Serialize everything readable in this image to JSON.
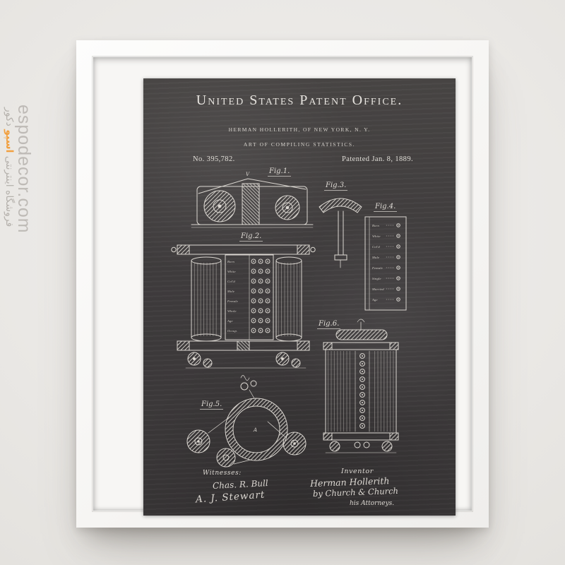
{
  "watermark": {
    "site": "espodecor.com",
    "fa_store": "فروشگاه اینترنتی",
    "fa_brand_1": "اسپو",
    "fa_brand_2": "دکور",
    "accent_color": "#f29d38"
  },
  "poster": {
    "office_title": "United States Patent Office.",
    "inventor_line": "HERMAN HOLLERITH, OF NEW YORK, N. Y.",
    "subject_line": "ART OF COMPILING STATISTICS.",
    "patent_no": "No. 395,782.",
    "patent_date": "Patented Jan. 8, 1889.",
    "colors": {
      "board": "#3e3b3c",
      "chalk": "#dbd7d1"
    },
    "figures": {
      "fig1": "Fig.1.",
      "fig2": "Fig.2.",
      "fig3": "Fig.3.",
      "fig4": "Fig.4.",
      "fig5": "Fig.5.",
      "fig6": "Fig.6.",
      "fig1_mark": "V",
      "fig5_mark": "A",
      "fig2_rows": [
        "Born",
        "White",
        "Col'd",
        "Male",
        "Female",
        "Whole",
        "Age",
        "Occup."
      ],
      "fig4_rows": [
        "Born",
        "White",
        "Col'd",
        "Male",
        "Female",
        "Single",
        "Married",
        "Age"
      ]
    },
    "footer": {
      "witnesses_label": "Witnesses:",
      "witness1": "Chas. R. Bull",
      "witness2": "A. J. Stewart",
      "inventor_label": "Inventor",
      "inventor_sig": "Herman Hollerith",
      "by_line": "by Church & Church",
      "attorneys_line": "his Attorneys."
    }
  }
}
